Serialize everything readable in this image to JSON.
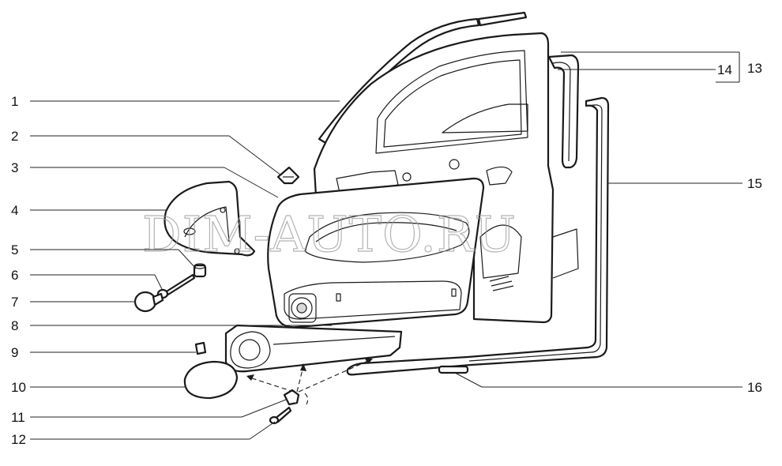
{
  "watermark": "DIM-AUTO.RU",
  "callouts": {
    "c1": "1",
    "c2": "2",
    "c3": "3",
    "c4": "4",
    "c5": "5",
    "c6": "6",
    "c7": "7",
    "c8": "8",
    "c9": "9",
    "c10": "10",
    "c11": "11",
    "c12": "12",
    "c13": "13",
    "c14": "14",
    "c15": "15",
    "c16": "16"
  }
}
